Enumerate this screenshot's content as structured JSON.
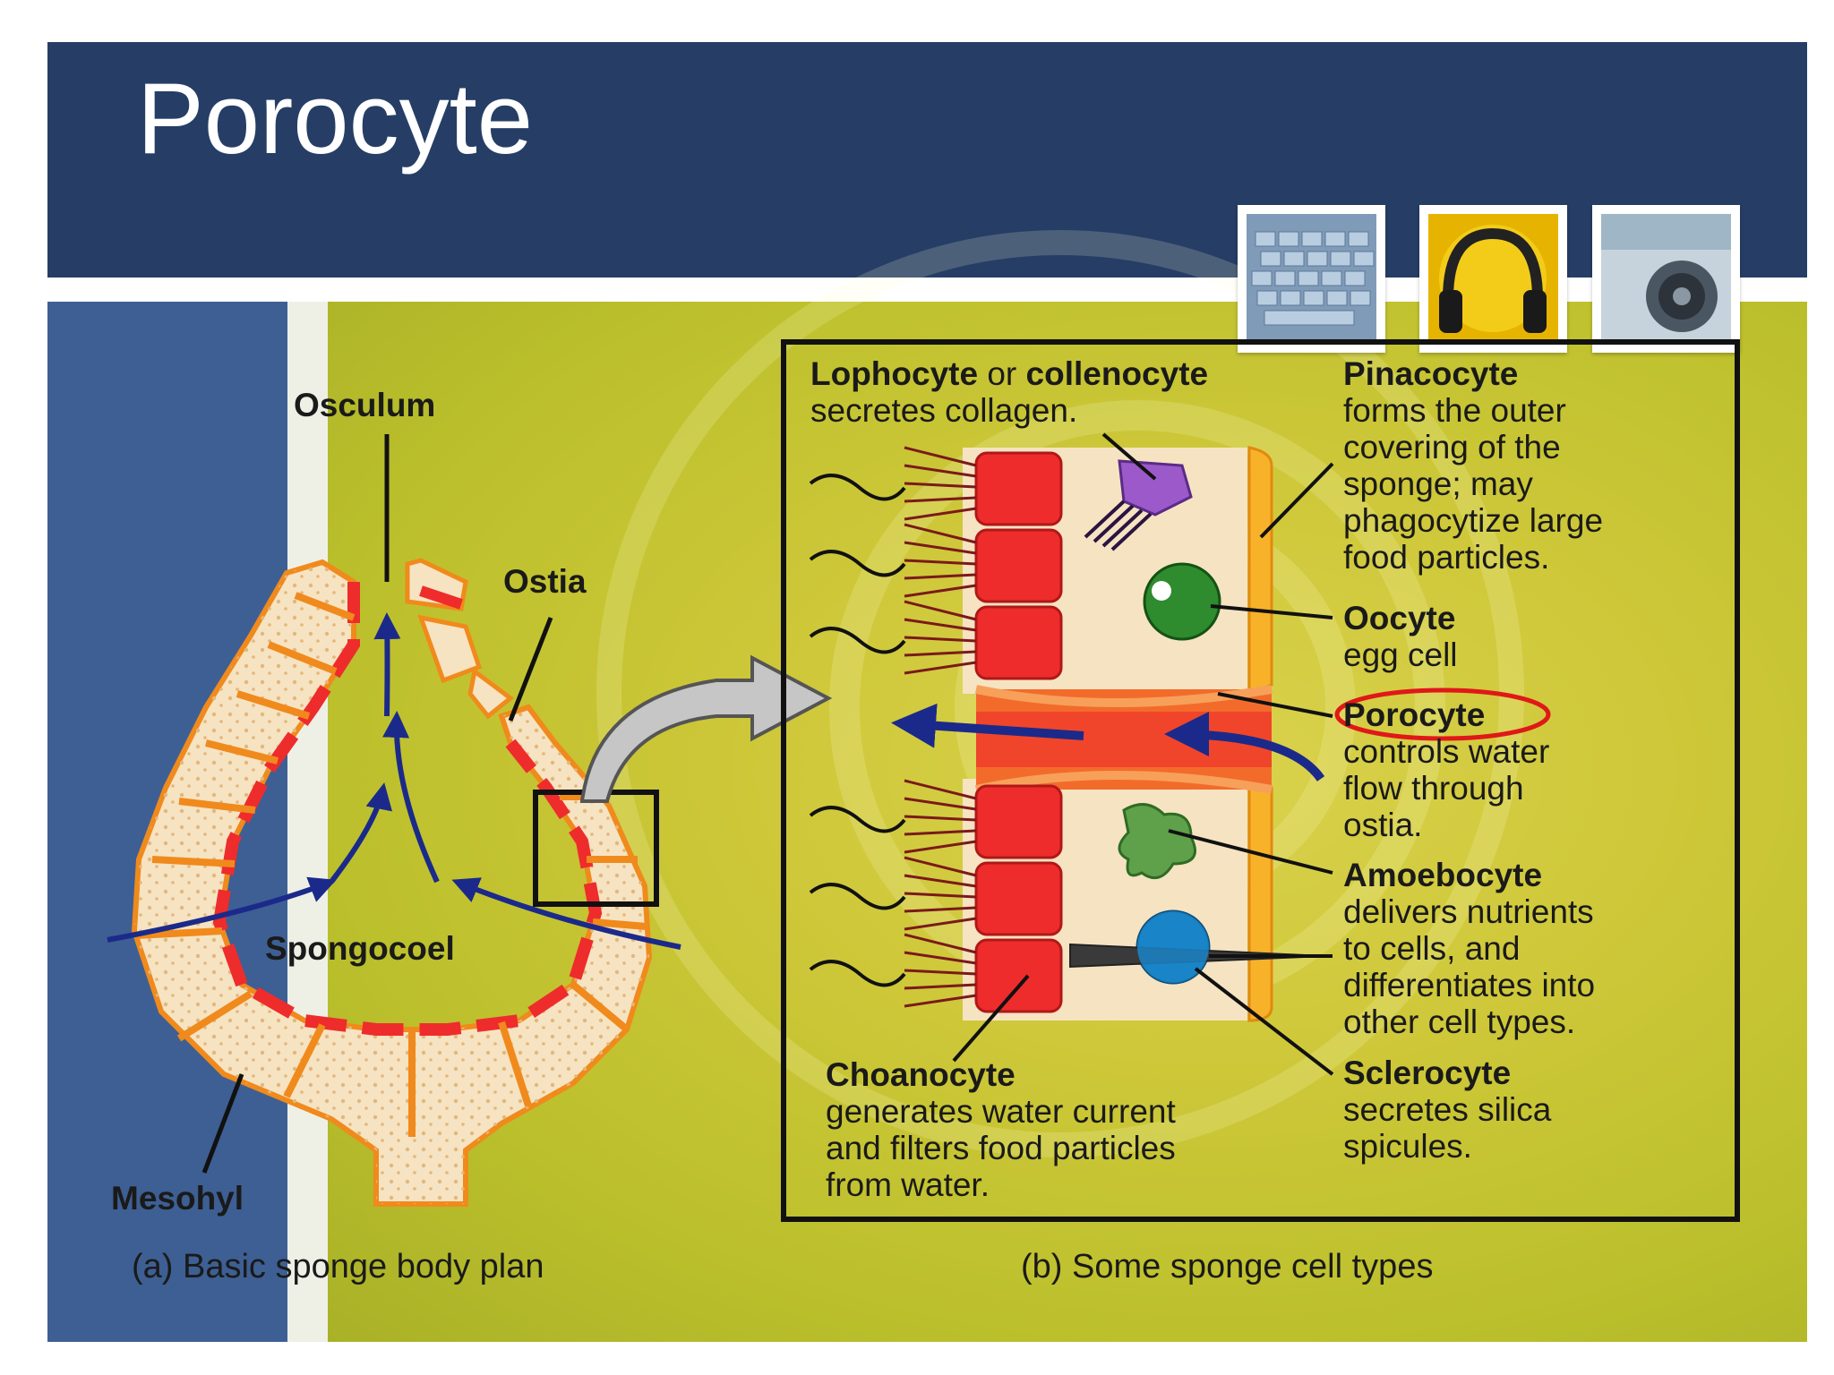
{
  "slide": {
    "title": "Porocyte"
  },
  "thumbnails": [
    {
      "icon": "keyboard-photo"
    },
    {
      "icon": "headphones-photo"
    },
    {
      "icon": "speaker-photo"
    }
  ],
  "body_plan": {
    "labels": {
      "osculum": "Osculum",
      "ostia": "Ostia",
      "spongocoel": "Spongocoel",
      "mesohyl": "Mesohyl"
    },
    "caption": "(a) Basic sponge body plan"
  },
  "cell_types": {
    "lophocyte": {
      "name": "Lophocyte",
      "connector": "or",
      "name2": "collenocyte",
      "desc": "secretes collagen."
    },
    "pinacocyte": {
      "name": "Pinacocyte",
      "desc": [
        "forms the outer",
        "covering of the",
        "sponge; may",
        "phagocytize large",
        "food particles."
      ]
    },
    "oocyte": {
      "name": "Oocyte",
      "desc": [
        "egg cell"
      ]
    },
    "porocyte": {
      "name": "Porocyte",
      "desc": [
        "controls water",
        "flow through",
        "ostia."
      ]
    },
    "amoebocyte": {
      "name": "Amoebocyte",
      "desc": [
        "delivers nutrients",
        "to cells, and",
        "differentiates into",
        "other cell types."
      ]
    },
    "sclerocyte": {
      "name": "Sclerocyte",
      "desc": [
        "secretes silica",
        "spicules."
      ]
    },
    "choanocyte": {
      "name": "Choanocyte",
      "desc": [
        "generates water current",
        "and filters food particles",
        "from water."
      ]
    },
    "caption": "(b) Some sponge cell types"
  },
  "colors": {
    "header": "#263e66",
    "side_panel": "#3d5f93",
    "content_bg": "#cfc83a",
    "choanocyte_red": "#ee2c2c",
    "mesohyl_cream": "#f6e3c2",
    "pinacocyte_orange": "#f7b22a",
    "highlight_circle": "#e01818",
    "water_flow": "#1b2a8a"
  }
}
